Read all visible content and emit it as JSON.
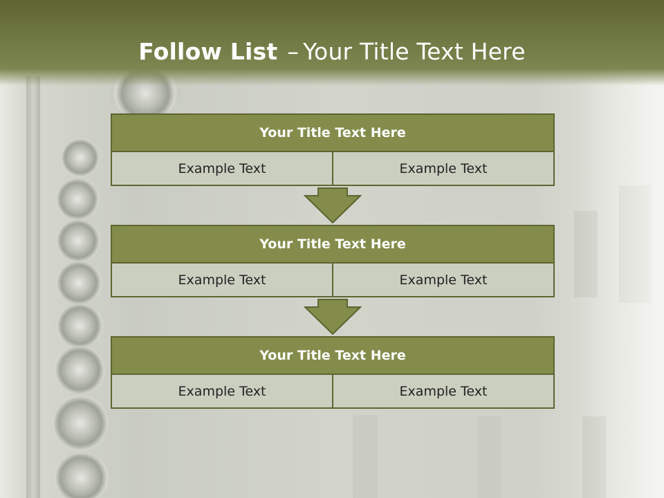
{
  "slide": {
    "title_bold": "Follow List",
    "title_dash": "–",
    "title_rest": "Your Title Text Here"
  },
  "flow": {
    "steps": [
      {
        "title": "Your Title Text Here",
        "left": "Example Text",
        "right": "Example Text"
      },
      {
        "title": "Your Title Text Here",
        "left": "Example Text",
        "right": "Example Text"
      },
      {
        "title": "Your Title Text Here",
        "left": "Example Text",
        "right": "Example Text"
      }
    ],
    "arrow_icon": "down-arrow-icon"
  },
  "colors": {
    "header": "#707843",
    "box_fill": "#848c4b",
    "cell_fill": "#cbcfc0",
    "border": "#5d6532"
  }
}
